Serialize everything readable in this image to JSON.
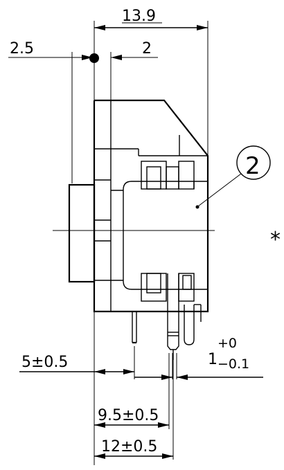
{
  "dimensions": {
    "top_width": "13.9",
    "left_offset": "2.5",
    "right_offset": "2",
    "pin_distance_5": "5±0.5",
    "pin_distance_9_5": "9.5±0.5",
    "pin_distance_12": "12±0.5",
    "tolerance_nominal": "1",
    "tolerance_upper": "+0",
    "tolerance_lower": "−0.1"
  },
  "callout": {
    "balloon_number": "2"
  },
  "annotations": {
    "asterisk": "*"
  }
}
